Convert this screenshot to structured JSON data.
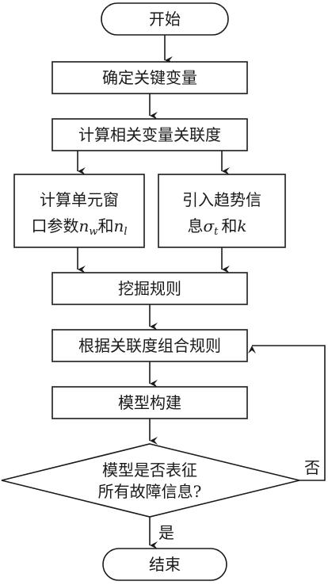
{
  "nodes": {
    "start": "开始",
    "determine_vars": "确定关键变量",
    "compute_correlation": "计算相关变量关联度",
    "compute_window_line1": "计算单元窗",
    "compute_window_line2_prefix": "口参数",
    "compute_window_nw_base": "n",
    "compute_window_nw_sub": "w",
    "compute_window_and": "和",
    "compute_window_nl_base": "n",
    "compute_window_nl_sub": "l",
    "trend_line1": "引入趋势信",
    "trend_line2_prefix": "息",
    "trend_sigma_base": "σ",
    "trend_sigma_sub": "t",
    "trend_and": "和",
    "trend_k": "k",
    "mine_rules": "挖掘规则",
    "combine_rules": "根据关联度组合规则",
    "build_model": "模型构建",
    "decision_line1": "模型是否表征",
    "decision_line2": "所有故障信息?",
    "end": "结束"
  },
  "edge_labels": {
    "no": "否",
    "yes": "是"
  },
  "colors": {
    "stroke": "#1a1a1a",
    "background": "#ffffff"
  }
}
